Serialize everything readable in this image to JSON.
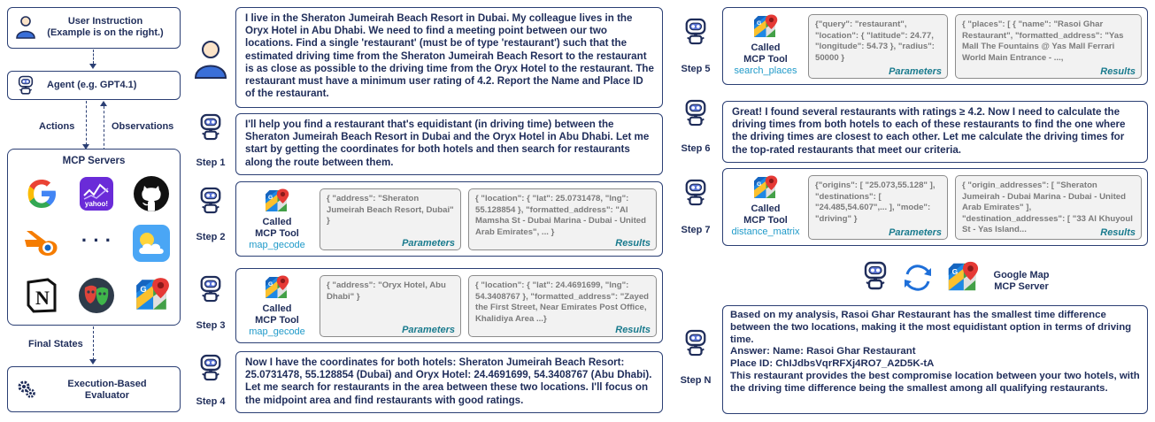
{
  "left": {
    "user_instruction_title": "User Instruction",
    "user_instruction_sub": "(Example is on the right.)",
    "agent": "Agent (e.g. GPT4.1)",
    "actions": "Actions",
    "observations": "Observations",
    "mcp_servers": "MCP Servers",
    "ellipsis": "· · ·",
    "final_states": "Final States",
    "evaluator_line1": "Execution-Based",
    "evaluator_line2": "Evaluator",
    "icons": [
      "google-icon",
      "yahoo-finance-icon",
      "github-icon",
      "blender-icon",
      "weather-icon",
      "notion-icon",
      "theater-masks-icon",
      "google-maps-icon"
    ]
  },
  "middle": {
    "user_msg": "I live in the Sheraton Jumeirah Beach Resort in Dubai. My colleague lives in the Oryx Hotel in Abu Dhabi. We need to find a meeting point between our two locations. Find a single 'restaurant' (must be of type 'restaurant') such that the estimated driving time from the Sheraton Jumeirah Beach Resort to the restaurant is as close as possible to the driving time from the Oryx Hotel to the restaurant. The restaurant must have a minimum user rating of 4.2. Report the Name and Place ID of the restaurant.",
    "step1_label": "Step 1",
    "step1_msg": "I'll help you find a restaurant that's equidistant (in driving time) between the Sheraton Jumeirah Beach Resort in Dubai and the Oryx Hotel in Abu Dhabi. Let me start by getting the coordinates for both hotels and then search for restaurants along the route between them.",
    "step2_label": "Step 2",
    "step2_called": "Called",
    "step2_mcp": "MCP Tool",
    "step2_tool": "map_gecode",
    "step2_params": "{ \"address\": \"Sheraton Jumeirah Beach Resort, Dubai\" }",
    "step2_results": "{ \"location\": { \"lat\": 25.0731478, \"lng\": 55.128854 }, \"formatted_address\": \"Al Mamsha St - Dubai Marina - Dubai - United Arab Emirates\", ... }",
    "step3_label": "Step 3",
    "step3_called": "Called",
    "step3_mcp": "MCP Tool",
    "step3_tool": "map_gecode",
    "step3_params": "{ \"address\": \"Oryx Hotel, Abu Dhabi\" }",
    "step3_results": "{ \"location\": { \"lat\": 24.4691699, \"lng\": 54.3408767 }, \"formatted_address\": \"Zayed the First Street, Near Emirates Post Office, Khalidiya Area ...}",
    "step4_label": "Step 4",
    "step4_msg": "Now I have the coordinates for both hotels: Sheraton Jumeirah Beach Resort: 25.0731478, 55.128854 (Dubai) and Oryx Hotel: 24.4691699, 54.3408767 (Abu Dhabi). Let me search for restaurants in the area between these two locations. I'll focus on the midpoint area and find restaurants with good ratings.",
    "parameters": "Parameters",
    "results": "Results"
  },
  "right": {
    "step5_label": "Step 5",
    "step5_called": "Called",
    "step5_mcp": "MCP Tool",
    "step5_tool": "search_places",
    "step5_params": "{\"query\": \"restaurant\", \"location\": { \"latitude\": 24.77, \"longitude\": 54.73 }, \"radius\": 50000 }",
    "step5_results": "{ \"places\": [ { \"name\": \"Rasoi Ghar Restaurant\", \"formatted_address\": \"Yas Mall The Fountains @ Yas Mall Ferrari World Main Entrance - ...,",
    "step6_label": "Step 6",
    "step6_msg": "Great! I found several restaurants with ratings ≥ 4.2. Now I need to calculate the driving times from both hotels to each of these restaurants to find the one where the driving times are closest to each other. Let me calculate the driving times for the top-rated restaurants that meet our criteria.",
    "step7_label": "Step 7",
    "step7_called": "Called",
    "step7_mcp": "MCP Tool",
    "step7_tool": "distance_matrix",
    "step7_params": "{\"origins\": [ \"25.073,55.128\" ], \"destinations\": [ \"24.485,54.607\",... ], \"mode\": \"driving\" }",
    "step7_results": "{ \"origin_addresses\": [ \"Sheraton Jumeirah - Dubai Marina - Dubai - United Arab Emirates\" ], \"destination_addresses\": [ \"33 Al Khuyoul St - Yas Island...",
    "google_map_line1": "Google Map",
    "google_map_line2": "MCP Server",
    "stepN_label": "Step N",
    "final_p1": "Based on my analysis, Rasoi Ghar Restaurant has the smallest time difference between the two locations, making it the most equidistant option in terms of driving time.",
    "final_answer": "Answer: Name: Rasoi Ghar Restaurant",
    "final_place": "Place ID: ChIJdbsVqrRFXj4RO7_A2D5K-tA",
    "final_p2": "This restaurant provides the best compromise location between your two hotels, with the driving time difference being the smallest among all qualifying restaurants.",
    "parameters": "Parameters",
    "results": "Results"
  },
  "colors": {
    "navy": "#2b3f74",
    "tool_blue": "#1f9ac9",
    "teal_tag": "#1a7b8e",
    "gray_bg": "#f2f2f2"
  }
}
